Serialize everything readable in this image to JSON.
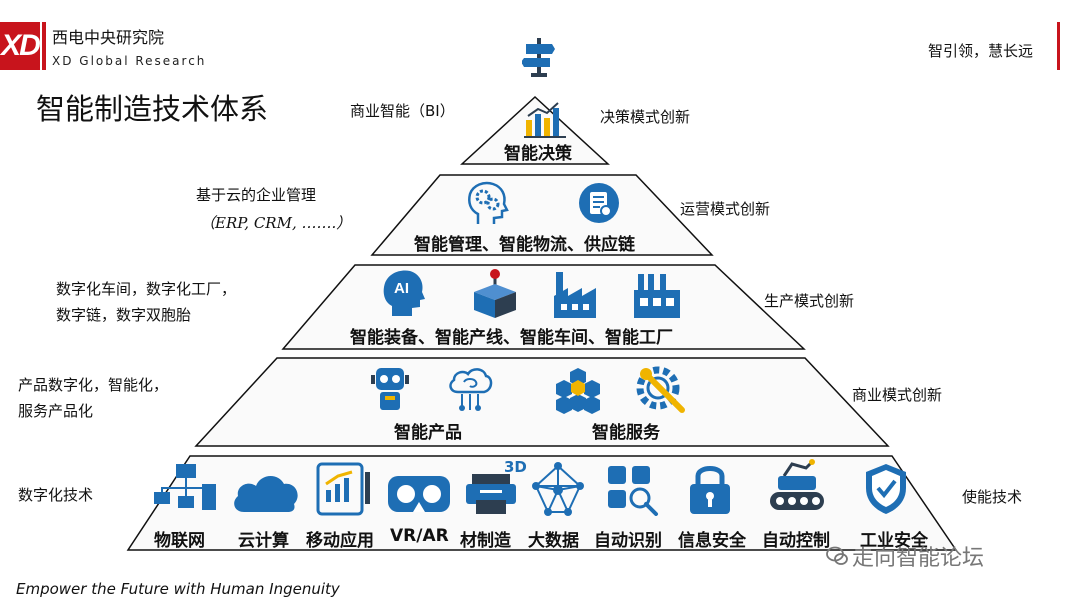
{
  "header": {
    "logo_text": "XD",
    "org_name_cn": "西电中央研究院",
    "org_name_en": "XD Global Research",
    "slogan": "智引领，慧长远"
  },
  "title": "智能制造技术体系",
  "layers": {
    "l1": {
      "caption": "智能决策",
      "left_label": "商业智能（BI）",
      "right_label": "决策模式创新"
    },
    "l2": {
      "caption": "智能管理、智能物流、供应链",
      "left_label_1": "基于云的企业管理",
      "left_label_2": "（ERP,   CRM, …….）",
      "right_label": "运营模式创新"
    },
    "l3": {
      "caption": "智能装备、智能产线、智能车间、智能工厂",
      "left_label_1": "数字化车间，数字化工厂，",
      "left_label_2": "数字链，数字双胞胎",
      "right_label": "生产模式创新",
      "ai_text": "AI"
    },
    "l4": {
      "caption_1": "智能产品",
      "caption_2": "智能服务",
      "left_label_1": "产品数字化，智能化，",
      "left_label_2": "服务产品化",
      "right_label": "商业模式创新"
    },
    "l5": {
      "left_label": "数字化技术",
      "right_label": "使能技术",
      "items": [
        "物联网",
        "云计算",
        "移动应用",
        "VR/AR",
        "材制造",
        "大数据",
        "自动识别",
        "信息安全",
        "自动控制",
        "工业安全"
      ],
      "printer_tag": "3D"
    }
  },
  "footer": "Empower the Future with Human Ingenuity",
  "watermark": "走向智能论坛",
  "colors": {
    "brand_red": "#c8141c",
    "icon_blue": "#1e6eb4",
    "icon_dark": "#2d3e50",
    "icon_yellow": "#f0b400"
  }
}
